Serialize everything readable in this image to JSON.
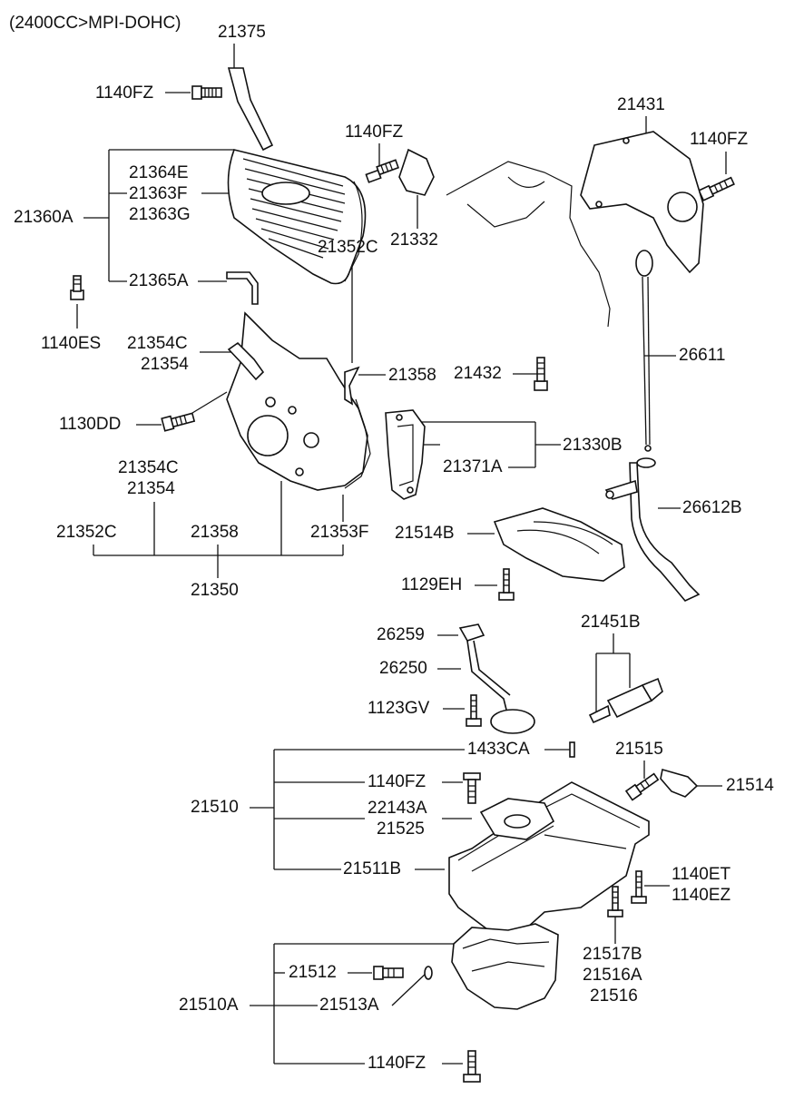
{
  "header": {
    "variant": "(2400CC>MPI-DOHC)"
  },
  "labels": {
    "p21375": "21375",
    "p1140fz_a": "1140FZ",
    "p1140fz_b": "1140FZ",
    "p21431": "21431",
    "p1140fz_c": "1140FZ",
    "p21364e": "21364E",
    "p21363f": "21363F",
    "p21363g": "21363G",
    "p21360a": "21360A",
    "p21332": "21332",
    "p21365a": "21365A",
    "p1140es": "1140ES",
    "p21352c_a": "21352C",
    "p21354c_a": "21354C",
    "p21354_a": "21354",
    "p21358_a": "21358",
    "p21432": "21432",
    "p26611": "26611",
    "p1130dd": "1130DD",
    "p21330b": "21330B",
    "p21371a": "21371A",
    "p21354c_b": "21354C",
    "p21354_b": "21354",
    "p26612b": "26612B",
    "p21352c_b": "21352C",
    "p21358_b": "21358",
    "p21353f": "21353F",
    "p21514b": "21514B",
    "p21350": "21350",
    "p1129eh": "1129EH",
    "p21451b": "21451B",
    "p26259": "26259",
    "p26250": "26250",
    "p1123gv": "1123GV",
    "p1433ca": "1433CA",
    "p21515": "21515",
    "p1140fz_d": "1140FZ",
    "p21514": "21514",
    "p21510": "21510",
    "p22143a": "22143A",
    "p21525": "21525",
    "p21511b": "21511B",
    "p1140et": "1140ET",
    "p1140ez": "1140EZ",
    "p21517b": "21517B",
    "p21516a": "21516A",
    "p21516": "21516",
    "p21512": "21512",
    "p21510a": "21510A",
    "p21513a": "21513A",
    "p1140fz_e": "1140FZ"
  }
}
